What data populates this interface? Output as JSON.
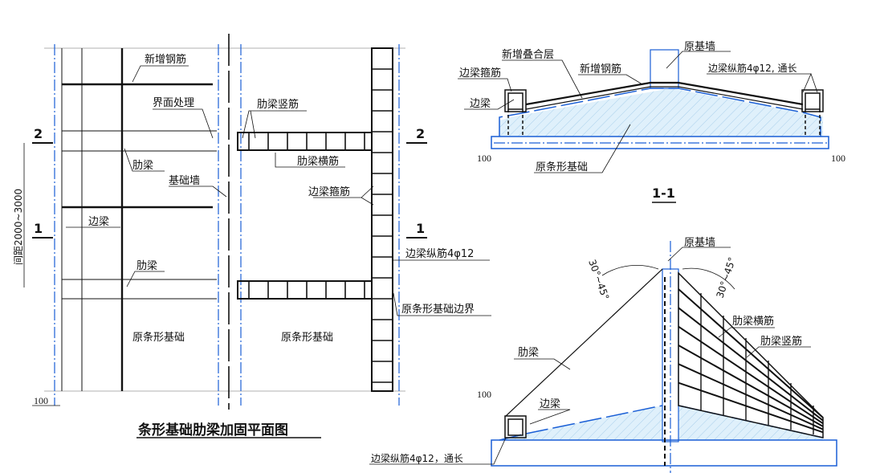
{
  "plan": {
    "title": "条形基础肋梁加固平面图",
    "labels": {
      "new_rebar": "新增钢筋",
      "interface": "界面处理",
      "rib_vertical": "肋梁竖筋",
      "rib_horizontal": "肋梁横筋",
      "rib_beam_1": "肋梁",
      "foundation_wall": "基础墙",
      "edge_stirrup": "边梁箍筋",
      "edge_beam": "边梁",
      "edge_long": "边梁纵筋4φ12",
      "rib_beam_2": "肋梁",
      "boundary": "原条形基础边界",
      "orig_left": "原条形基础",
      "orig_right": "原条形基础",
      "spacing": "间距2000~3000",
      "dim": "100",
      "sec2_left": "2",
      "sec2_right": "2",
      "sec1_left": "1",
      "sec1_right": "1"
    }
  },
  "section1": {
    "title": "1-1",
    "labels": {
      "overlay": "新增叠合层",
      "orig_wall": "原基墙",
      "edge_stirrup": "边梁箍筋",
      "new_rebar": "新增钢筋",
      "edge_long": "边梁纵筋4φ12, 通长",
      "edge_beam": "边梁",
      "dim_left": "100",
      "dim_right": "100",
      "orig_found": "原条形基础"
    }
  },
  "section2": {
    "labels": {
      "orig_wall": "原基墙",
      "angle_left": "30°~45°",
      "angle_right": "30°~45°",
      "rib_horizontal": "肋梁横筋",
      "rib_vertical": "肋梁竖筋",
      "rib_beam": "肋梁",
      "dim": "100",
      "edge_beam": "边梁",
      "edge_long": "边梁纵筋4φ12，通长"
    }
  },
  "colors": {
    "line": "#111111",
    "blue": "#1a5fd6",
    "fill": "#dbeefa"
  }
}
